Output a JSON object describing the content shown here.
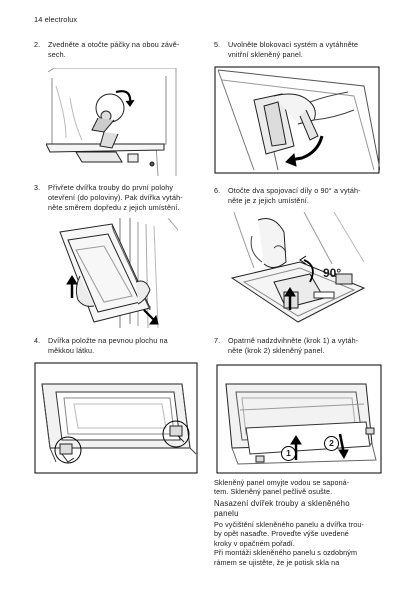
{
  "header": {
    "page_number": "14",
    "brand": "electrolux"
  },
  "steps": [
    {
      "num": "2.",
      "text": "Zvedněte a otočte páčky na obou závě-\nsech."
    },
    {
      "num": "3.",
      "text": "Přivřete dvířka trouby do první polohy\notevření (do poloviny). Pak dvířka vytáh-\nněte směrem dopředu z jejich umístění."
    },
    {
      "num": "4.",
      "text": "Dvířka položte na pevnou plochu na\nměkkou látku."
    },
    {
      "num": "5.",
      "text": "Uvolněte blokovací systém a vytáhněte\nvnitřní skleněný panel."
    },
    {
      "num": "6.",
      "text": "Otočte dva spojovací díly o 90° a vytáh-\nněte je z jejich umístění."
    },
    {
      "num": "7.",
      "text": "Opatrně nadzdvihněte (krok 1) a vytáh-\nněte (krok 2) skleněný panel."
    }
  ],
  "figures": {
    "step6_angle_label": "90°",
    "step7_marker_1": "1",
    "step7_marker_2": "2"
  },
  "cleaning_text": "Skleněný panel omyjte vodou se saponá-\ntem. Skleněný panel pečlivě osušte.",
  "section": {
    "title": "Nasazení dvířek trouby a skleněného\npanelu",
    "text": "Po vyčištění skleněného panelu a dvířka trou-\nby opět nasaďte. Proveďte výše uvedené\nkroky v opačném pořadí.\nPři montáži skleněného panelu s ozdobným\nrámem se ujistěte, že je potisk skla na"
  }
}
